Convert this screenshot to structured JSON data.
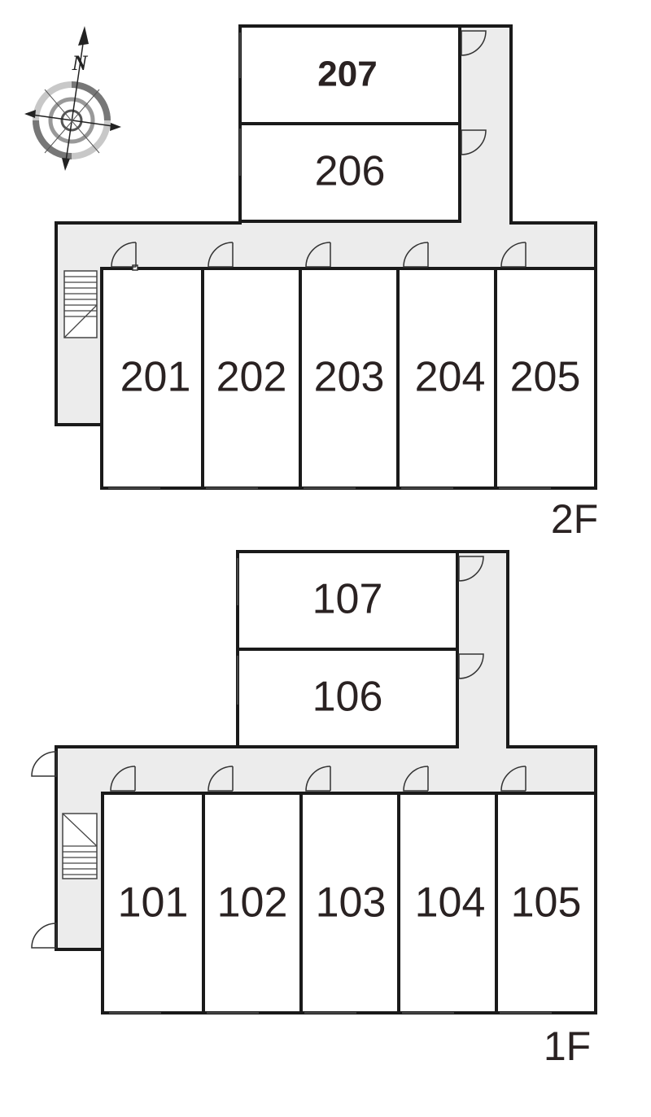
{
  "floors": {
    "f2": {
      "label": "2F",
      "rooms": {
        "r201": "201",
        "r202": "202",
        "r203": "203",
        "r204": "204",
        "r205": "205",
        "r206": "206",
        "r207": "207"
      }
    },
    "f1": {
      "label": "1F",
      "rooms": {
        "r101": "101",
        "r102": "102",
        "r103": "103",
        "r104": "104",
        "r105": "105",
        "r106": "106",
        "r107": "107"
      }
    }
  },
  "compass": {
    "north_label": "N",
    "icon": "compass-rose-icon"
  },
  "colors": {
    "wall": "#1a1a1a",
    "corridor": "#ececec",
    "text": "#2a2222"
  }
}
